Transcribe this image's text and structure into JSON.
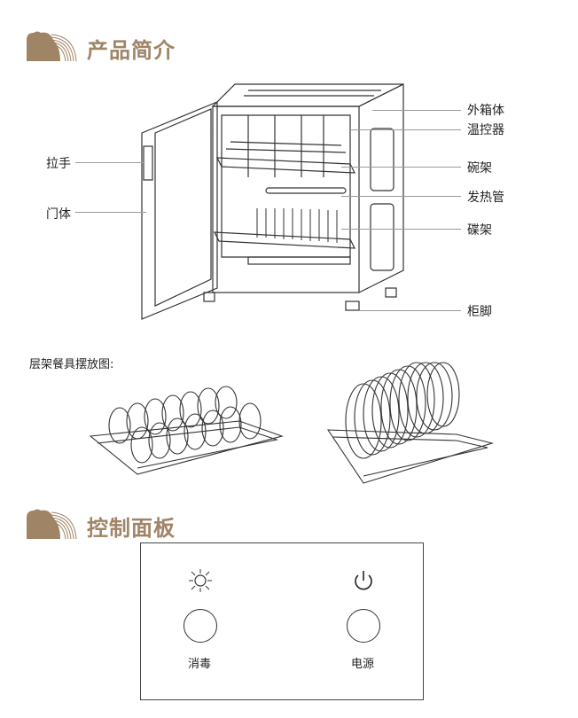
{
  "section1": {
    "title": "产品简介"
  },
  "labels": {
    "outer_box": "外箱体",
    "thermostat": "温控器",
    "bowl_rack": "碗架",
    "heating_tube": "发热管",
    "plate_rack": "碟架",
    "foot": "柜脚",
    "handle": "拉手",
    "door": "门体"
  },
  "layout_caption": "层架餐具摆放图:",
  "section2": {
    "title": "控制面板"
  },
  "panel": {
    "buttons": [
      {
        "label": "消毒",
        "icon": "sterilize-icon"
      },
      {
        "label": "电源",
        "icon": "power-icon"
      }
    ]
  },
  "colors": {
    "accent": "#a08466"
  }
}
